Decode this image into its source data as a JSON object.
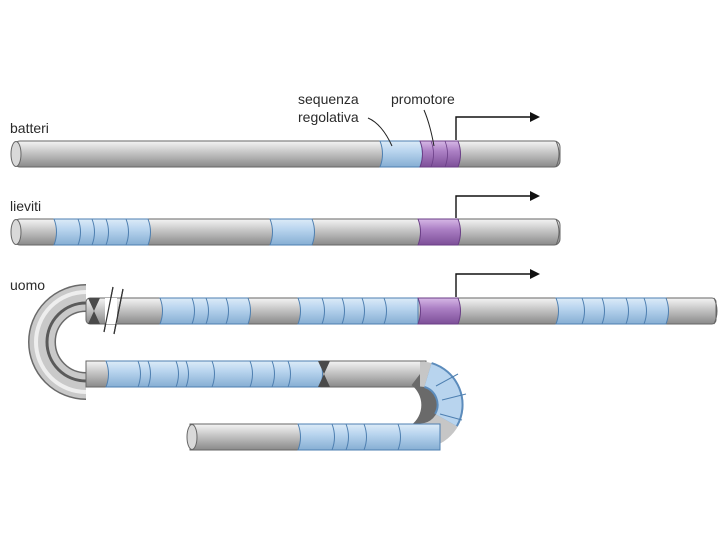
{
  "labels": {
    "regulatory_line1": "sequenza",
    "regulatory_line2": "regolativa",
    "promoter": "promotore"
  },
  "organisms": [
    {
      "id": "bacteria",
      "label": "batteri"
    },
    {
      "id": "yeast",
      "label": "lieviti"
    },
    {
      "id": "human",
      "label": "uomo"
    }
  ],
  "colors": {
    "dna": "#c8c8c8",
    "regulatory_sequence": "#b8d4ee",
    "promoter": "#a880c0",
    "outline": "#555555"
  }
}
